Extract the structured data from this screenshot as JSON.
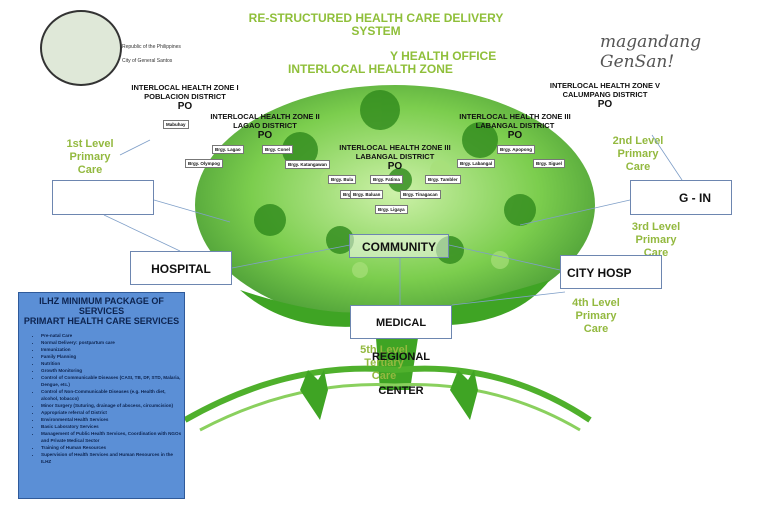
{
  "title": {
    "line1": "RE-STRUCTURED HEALTH CARE DELIVERY",
    "line2": "SYSTEM"
  },
  "header": {
    "office": "Y HEALTH OFFICE",
    "zone": "INTERLOCAL HEALTH ZONE"
  },
  "logo": {
    "republic": "Republic of the Philippines",
    "city": "City of General Santos",
    "brand": "magandang GenSan!"
  },
  "levels": {
    "l1": {
      "a": "1st Level",
      "b": "Primary",
      "c": "Care"
    },
    "l2": {
      "a": "2nd Level",
      "b": "Primary",
      "c": "Care"
    },
    "l3": {
      "a": "3rd Level",
      "b": "Primary",
      "c": "Care"
    },
    "l4": {
      "a": "4th Level",
      "b": "Primary",
      "c": "Care"
    },
    "l5": {
      "a": "5th Level",
      "b": "Tertiary",
      "c": "Care"
    }
  },
  "boxes": {
    "hospital": "HOSPITAL",
    "community": "COMMUNITY",
    "medical": "MEDICAL REGIONAL CENTER",
    "cityhosp": "CITY HOSP",
    "lyingin": "G - IN",
    "blank": ""
  },
  "zones": {
    "z1": {
      "name": "INTERLOCAL HEALTH ZONE I",
      "district": "POBLACION DISTRICT",
      "po": "PO"
    },
    "z2": {
      "name": "INTERLOCAL HEALTH ZONE II",
      "district": "LAGAO DISTRICT",
      "po": "PO"
    },
    "z3": {
      "name": "INTERLOCAL HEALTH ZONE III",
      "district": "LABANGAL DISTRICT",
      "po": "PO"
    },
    "z4": {
      "name": "INTERLOCAL HEALTH ZONE III",
      "district": "LABANGAL DISTRICT",
      "po": "PO"
    },
    "z5": {
      "name": "INTERLOCAL HEALTH ZONE V",
      "district": "CALUMPANG DISTRICT",
      "po": "PO"
    }
  },
  "tags": [
    "Brgy. Lagao",
    "Brgy. Conel",
    "Brgy. Olympog",
    "Brgy. Katangawan",
    "Mabuhay",
    "Brgy. Apopong",
    "Brgy. Labangal",
    "Brgy. Siguel",
    "Brgy. Tambler",
    "Brgy. Buayan",
    "Brgy. Bula",
    "Brgy. Fatima",
    "Brgy. Baluan",
    "Brgy. Tinagacan",
    "Brgy. Ligaya"
  ],
  "package": {
    "title1": "ILHZ MINIMUM PACKAGE OF",
    "title2": "SERVICES",
    "title3": "PRIMART HEALTH CARE SERVICES",
    "items": [
      "Pre-natal Care",
      "Normal Delivery: postpartum care",
      "Immunization",
      "Family Planning",
      "Nutrition",
      "Growth Monitoring",
      "Control of Communicable Diseases (CASI, TB, DF, STD, Malaria, Dengue, etc.)",
      "Control of Non-Communicable Diseases (e.g. Health diet, alcohol, tobacco)",
      "Minor Surgery (Suturing, drainage of abscess, circumcision)",
      "Appropriate referral of District",
      "Environmental Health Services",
      "Basic Laboratory Services",
      "Management of Public Health Services, Coordination with NGOs and Private Medical Sector",
      "Training of Human Resources",
      "Supervision of Health Services and Human Resources in the ILHZ"
    ]
  },
  "colors": {
    "tree": "#6dc83a",
    "tree_dark": "#2f8a1c",
    "accent": "#8fbf3a",
    "panel": "#5b8fd6"
  }
}
